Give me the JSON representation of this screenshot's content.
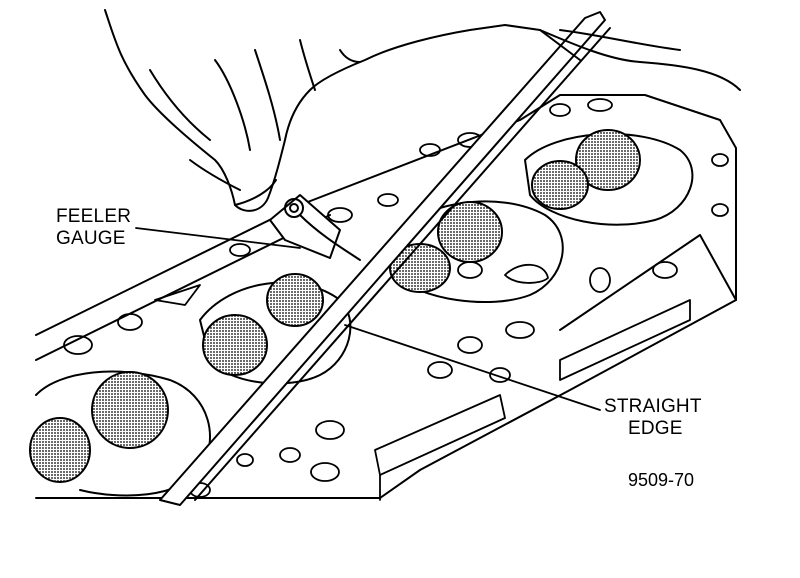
{
  "diagram": {
    "labels": {
      "feeler_gauge": [
        "FEELER",
        "GAUGE"
      ],
      "straight_edge": [
        "STRAIGHT",
        "EDGE"
      ]
    },
    "figure_number": "9509-70"
  },
  "colors": {
    "ink": "#000000",
    "paper": "#ffffff"
  }
}
